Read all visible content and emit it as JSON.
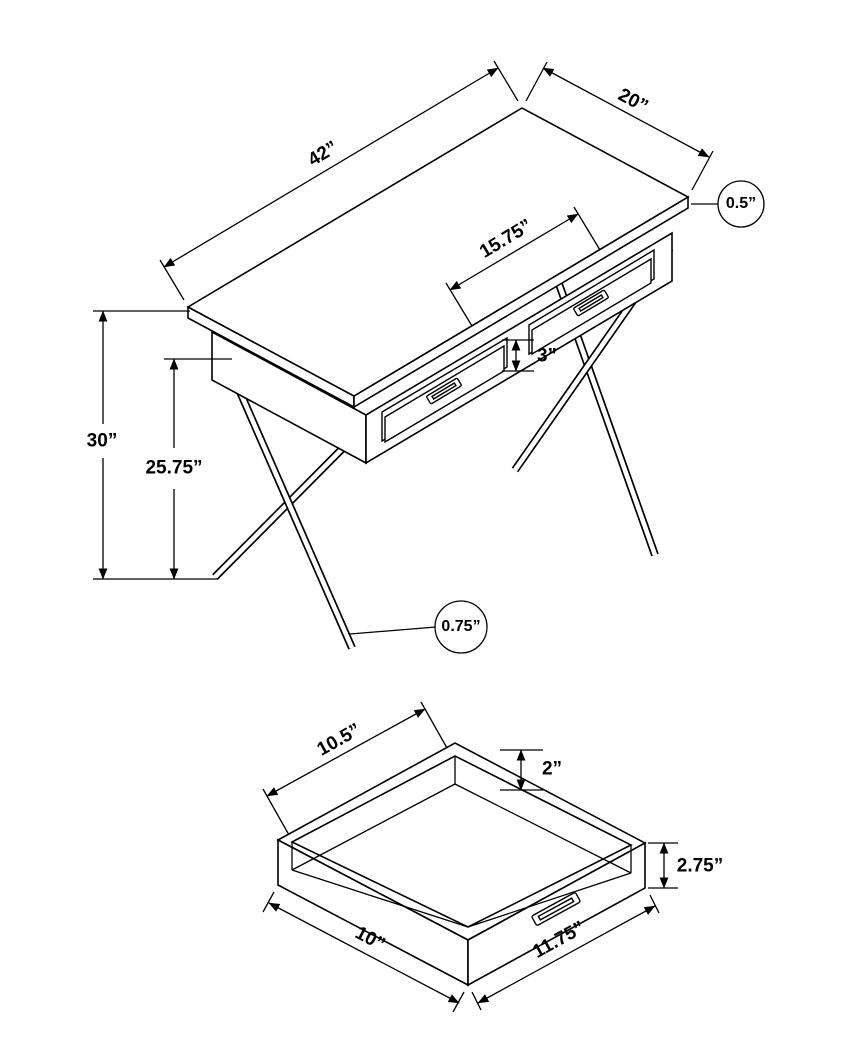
{
  "diagram": {
    "desk": {
      "length": "42”",
      "depth": "20”",
      "top_thickness": "0.5”",
      "opening_width": "15.75”",
      "opening_height": "3”",
      "overall_height": "30”",
      "clearance_height": "25.75”",
      "leg_diameter": "0.75”"
    },
    "drawer": {
      "inner_width": "10.5”",
      "inner_height": "2”",
      "front_height": "2.75”",
      "side_depth": "10”",
      "front_width": "11.75”"
    },
    "colors": {
      "line": "#000000",
      "background": "#ffffff"
    }
  }
}
